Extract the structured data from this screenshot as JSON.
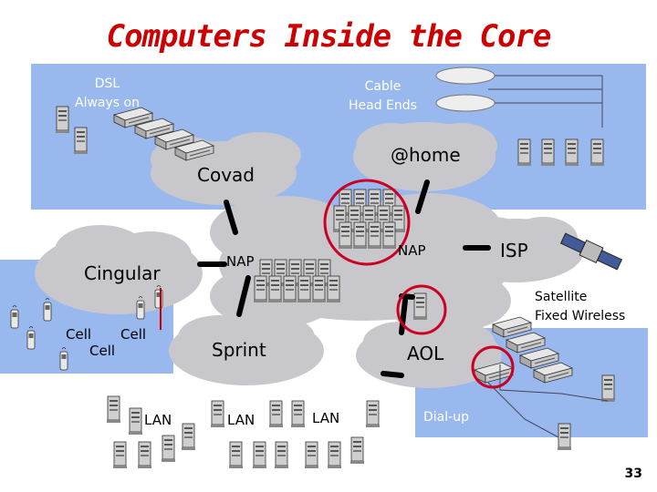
{
  "title": "Computers Inside the Core",
  "labels": {
    "dsl": "DSL\nAlways on",
    "cable": "Cable\nHead Ends",
    "home": "@home",
    "covad": "Covad",
    "cingular": "Cingular",
    "nap_left": "NAP",
    "nap_right": "NAP",
    "isp": "ISP",
    "satellite": "Satellite\nFixed Wireless",
    "cell1": "Cell",
    "cell2": "Cell",
    "cell3": "Cell",
    "sprint": "Sprint",
    "aol": "AOL",
    "lan1": "LAN",
    "lan2": "LAN",
    "lan3": "LAN",
    "dialup": "Dial-up"
  },
  "page_number": "33",
  "colors": {
    "title": "#cc0000",
    "panel": "#99b8ee",
    "cloud": "#c8c8cc",
    "highlight": "#cc0022"
  }
}
